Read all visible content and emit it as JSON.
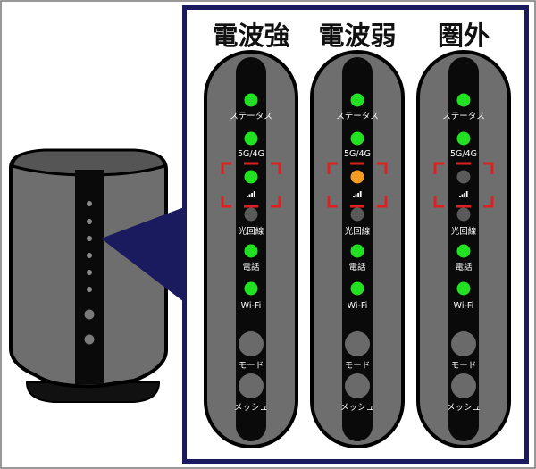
{
  "colors": {
    "panel_border": "#1a1a5e",
    "pointer": "#1a1a5e",
    "body_gray": "#6e6e6e",
    "strip": "#0a0a0a",
    "led_green": "#22e022",
    "led_orange": "#f59a23",
    "led_off": "#5a5a5a",
    "highlight": "#e02020"
  },
  "led_labels": [
    "ステータス",
    "5G/4G",
    "",
    "光回線",
    "電話",
    "Wi-Fi",
    "モード",
    "メッシュ"
  ],
  "signal_icon": "signal-bars-icon",
  "columns": [
    {
      "title": "電波強",
      "signal_led": "green"
    },
    {
      "title": "電波弱",
      "signal_led": "orange"
    },
    {
      "title": "圏外",
      "signal_led": "off"
    }
  ]
}
